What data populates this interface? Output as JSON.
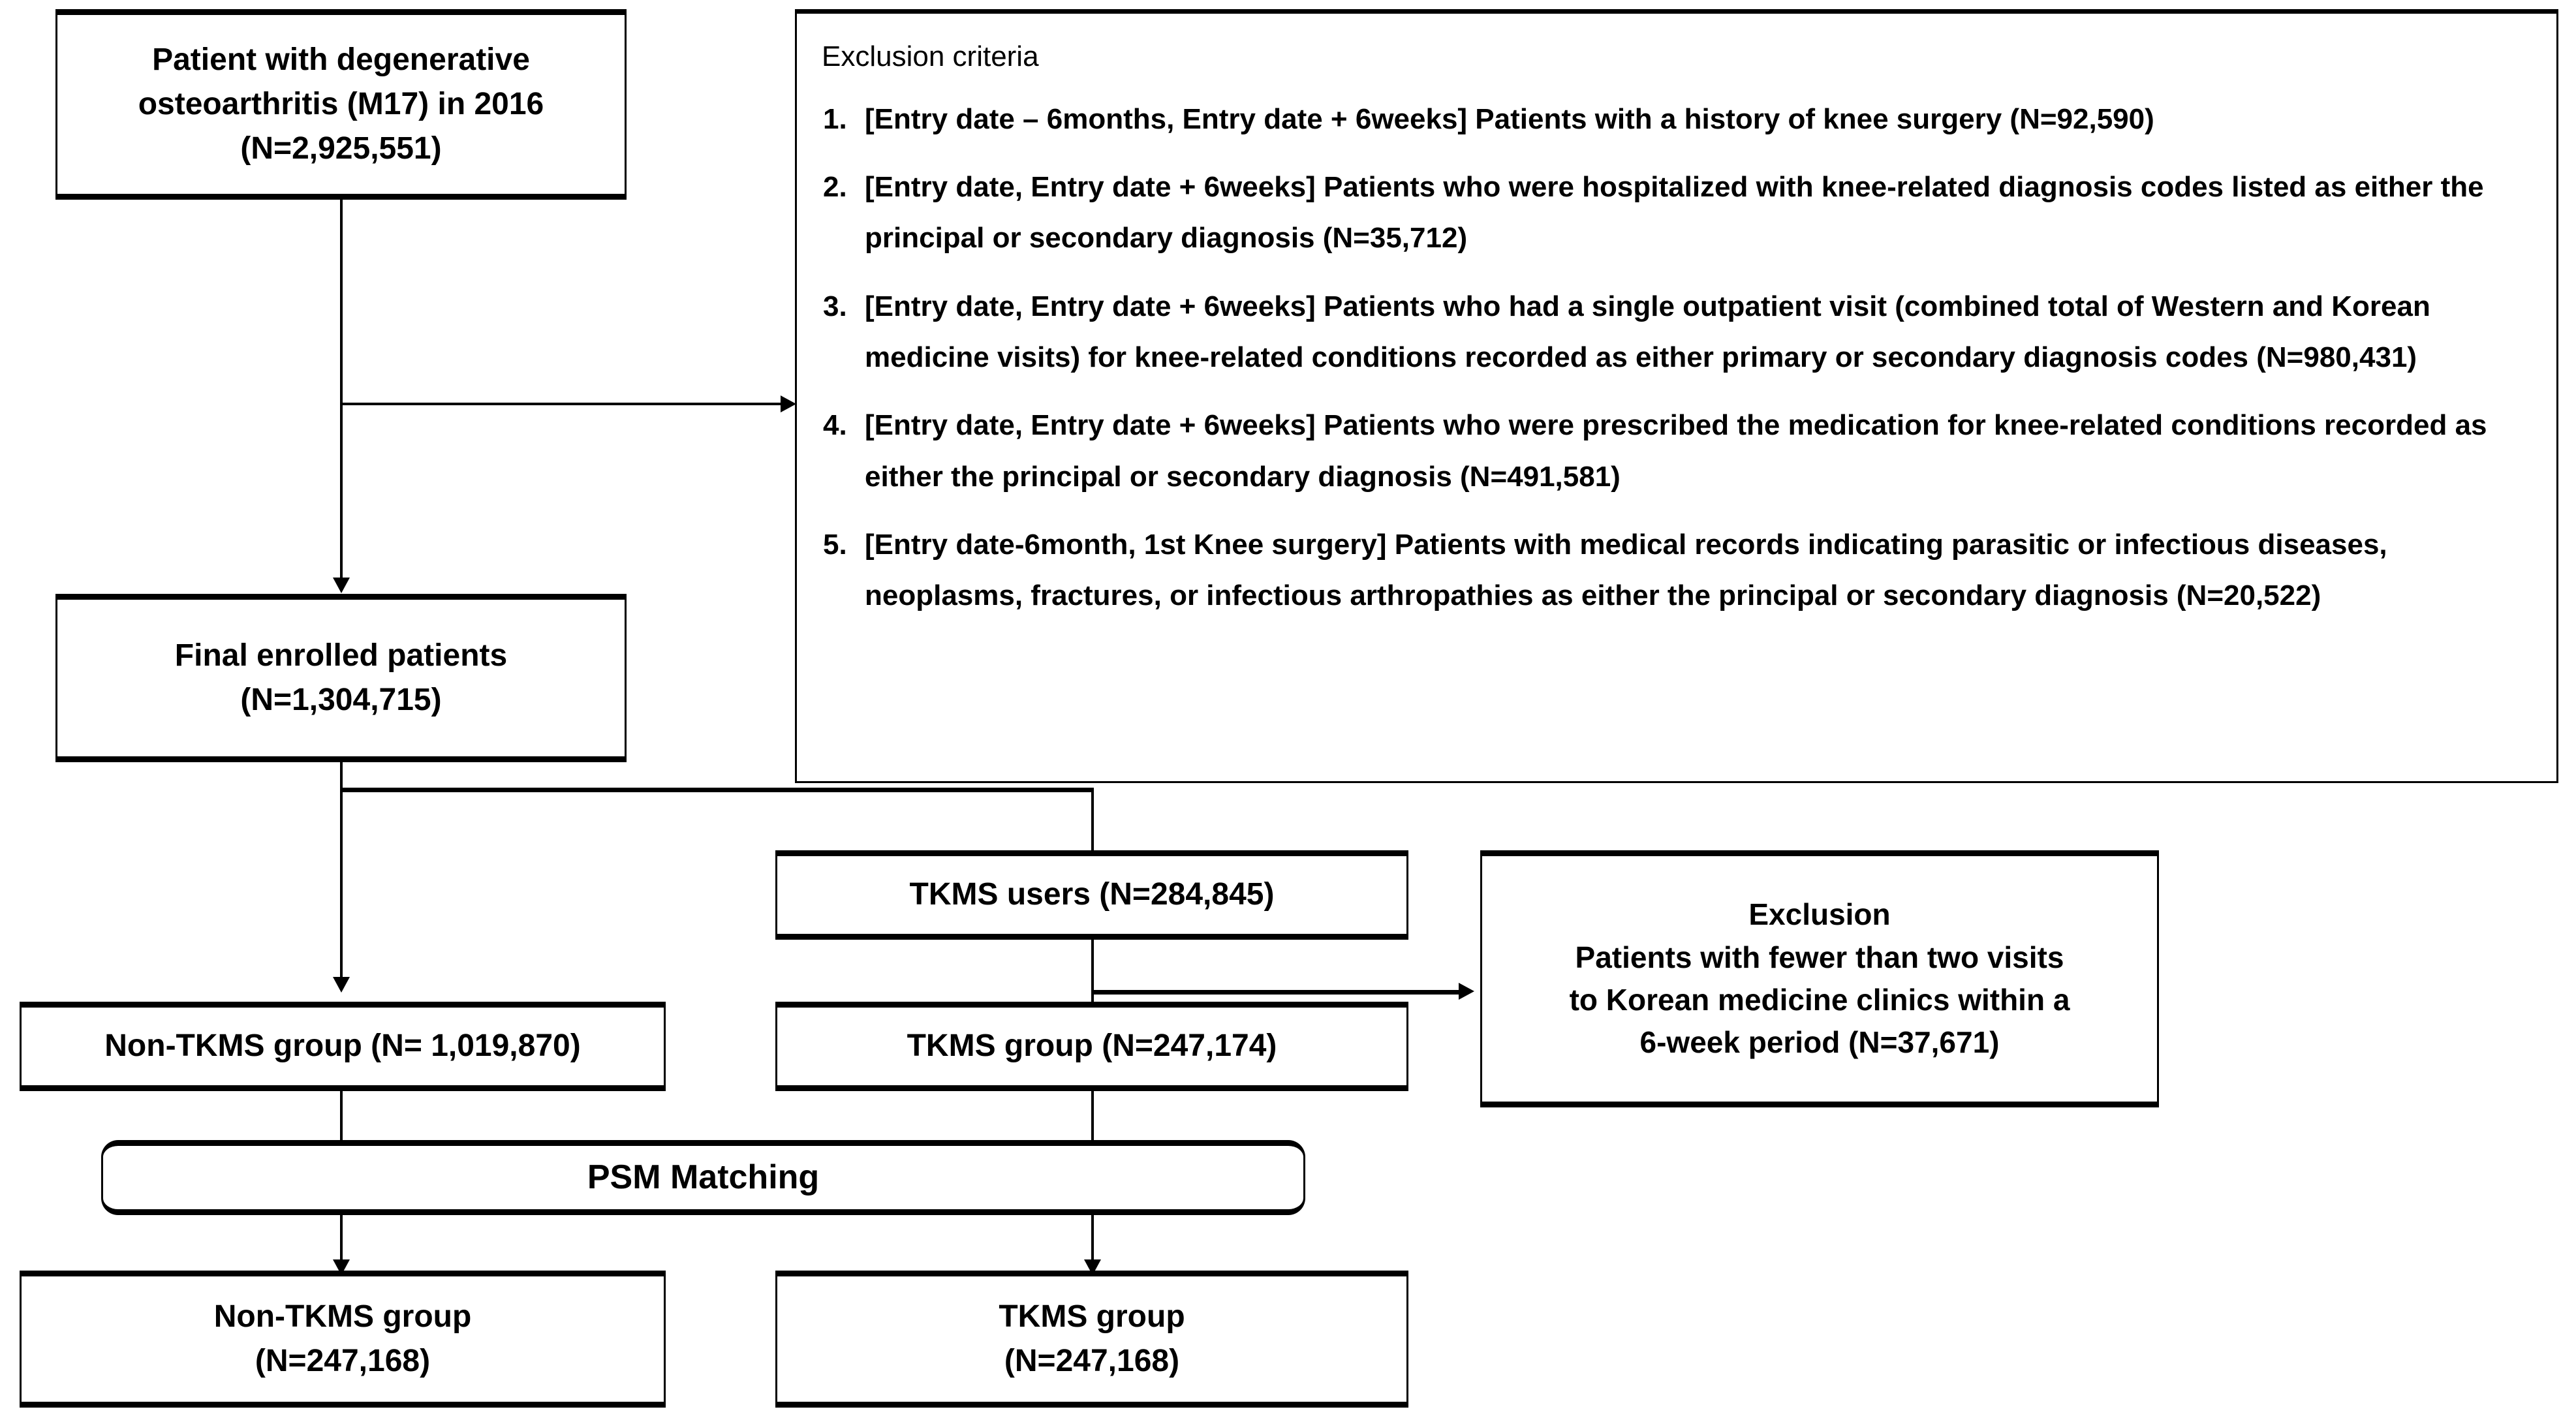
{
  "figure": {
    "kind": "patient-selection-flowchart"
  },
  "boxes": {
    "source_population": {
      "lines": [
        "Patient with degenerative",
        "osteoarthritis (M17) in 2016",
        "(N=2,925,551)"
      ]
    },
    "final_enrolled": {
      "lines": [
        "Final enrolled patients",
        "(N=1,304,715)"
      ]
    },
    "tkms_users": {
      "lines": [
        "TKMS users (N=284,845)"
      ]
    },
    "non_tkms_group": {
      "lines": [
        "Non-TKMS group (N= 1,019,870)"
      ]
    },
    "tkms_group": {
      "lines": [
        "TKMS group (N=247,174)"
      ]
    },
    "exclusion_visits": {
      "lines": [
        "Exclusion",
        "Patients with fewer than two visits",
        "to Korean medicine clinics within a",
        "6-week period (N=37,671)"
      ]
    },
    "psm": {
      "lines": [
        "PSM Matching"
      ]
    },
    "non_tkms_matched": {
      "lines": [
        "Non-TKMS group",
        "(N=247,168)"
      ]
    },
    "tkms_matched": {
      "lines": [
        "TKMS group",
        "(N=247,168)"
      ]
    }
  },
  "exclusion_criteria": {
    "heading": "Exclusion criteria",
    "items": [
      "[Entry date – 6months, Entry date + 6weeks] Patients with a history of knee surgery (N=92,590)",
      "[Entry date, Entry date + 6weeks] Patients who were hospitalized with knee-related diagnosis codes listed as either the principal or secondary diagnosis (N=35,712)",
      "[Entry date, Entry date + 6weeks] Patients who had a single outpatient visit (combined total of Western and Korean medicine visits) for knee-related conditions recorded as either primary or secondary diagnosis codes (N=980,431)",
      "[Entry date, Entry date + 6weeks] Patients who were prescribed the medication for knee-related conditions recorded as either the principal or secondary diagnosis  (N=491,581)",
      "[Entry date-6month, 1st Knee surgery] Patients with medical records indicating parasitic or infectious diseases, neoplasms, fractures, or infectious arthropathies as either the principal or secondary diagnosis (N=20,522)"
    ]
  },
  "colors": {
    "line": "#000000",
    "box_fill": "#ffffff",
    "text": "#000000"
  }
}
